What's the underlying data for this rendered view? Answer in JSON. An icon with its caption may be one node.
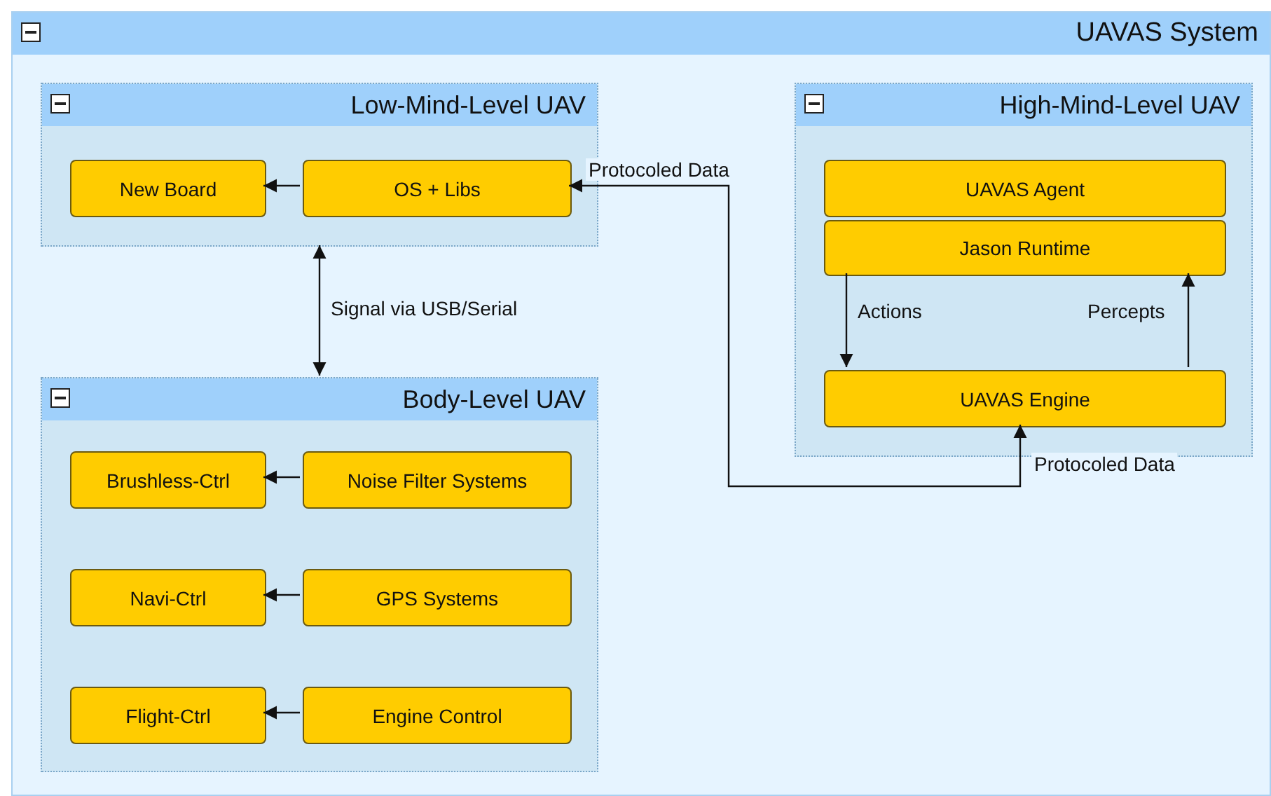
{
  "diagram": {
    "nodes": [
      {
        "text": [
          "UAVAS System"
        ]
      },
      {
        "text": [
          "Low-Mind-Level UAV"
        ],
        "in": 0
      },
      {
        "text": [
          "New Board"
        ],
        "in": 1
      },
      {
        "text": [
          "OS + Libs"
        ],
        "in": 1
      },
      {
        "text": [
          "Body-Level UAV"
        ],
        "in": 0
      },
      {
        "text": [
          "Brushless-Ctrl"
        ],
        "in": 4
      },
      {
        "text": [
          "Noise Filter Systems"
        ],
        "in": 4
      },
      {
        "text": [
          "Navi-Ctrl"
        ],
        "in": 4
      },
      {
        "text": [
          "GPS Systems"
        ],
        "in": 4
      },
      {
        "text": [
          "Flight-Ctrl"
        ],
        "in": 4
      },
      {
        "text": [
          "Engine Control"
        ],
        "in": 4
      },
      {
        "text": [
          "High-Mind-Level UAV"
        ],
        "in": 0
      },
      {
        "text": [
          "UAVAS Agent"
        ],
        "in": 11
      },
      {
        "text": [
          "Jason Runtime"
        ],
        "in": 11
      },
      {
        "text": [
          "UAVAS Engine"
        ],
        "in": 11
      }
    ],
    "edges": [
      {
        "from": 3,
        "to": 2,
        "arrow": "to"
      },
      {
        "from": 1,
        "to": 4,
        "arrow": "both",
        "label": "Signal via USB/Serial"
      },
      {
        "from": 6,
        "to": 5,
        "arrow": "to"
      },
      {
        "from": 8,
        "to": 7,
        "arrow": "to"
      },
      {
        "from": 10,
        "to": 9,
        "arrow": "to"
      },
      {
        "from": 13,
        "to": 14,
        "arrow": "to",
        "label": "Actions"
      },
      {
        "from": 14,
        "to": 13,
        "arrow": "to",
        "label": "Percepts"
      },
      {
        "from": 3,
        "to": 14,
        "arrow": "both",
        "label": "Protocoled Data"
      }
    ],
    "labels": [
      "Protocoled Data"
    ]
  }
}
